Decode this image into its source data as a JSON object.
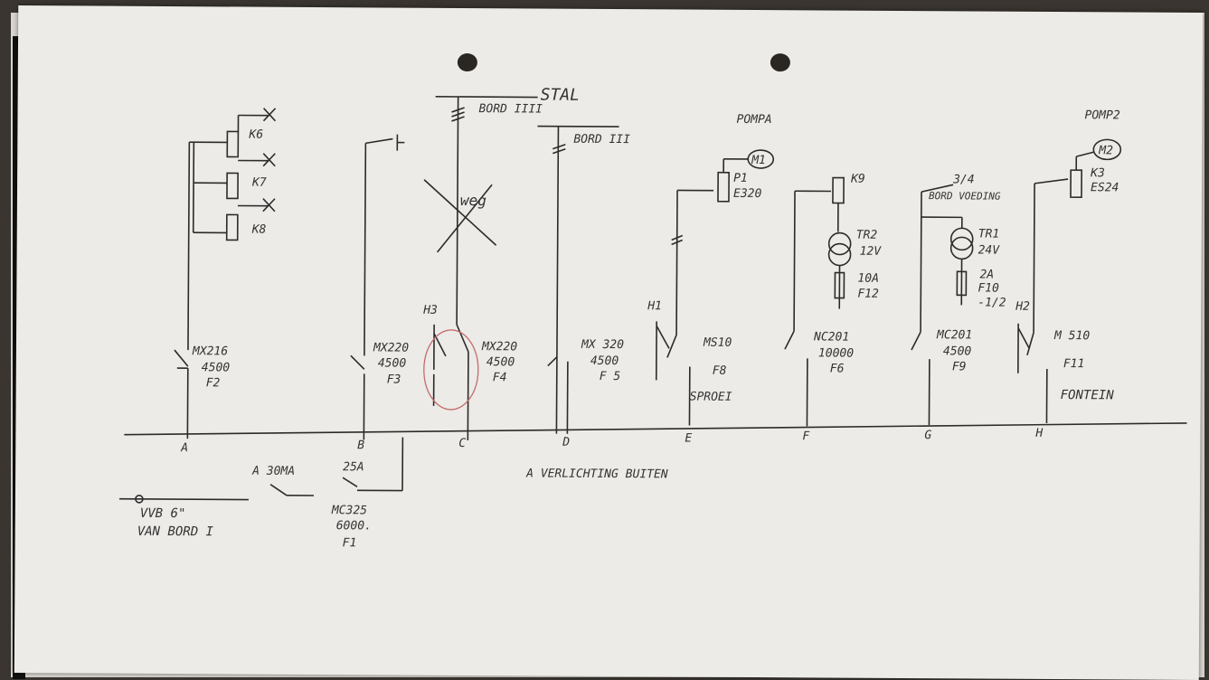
{
  "diagram": {
    "supply": {
      "label": "STAL",
      "bord3": "BORD ΙΙΙΙ",
      "bord2": "BORD ΙΙΙ"
    },
    "circuits": [
      {
        "id": "A",
        "breaker": [
          "MX216",
          "4500",
          "F2"
        ],
        "relays": [
          "K6",
          "K7",
          "K8"
        ]
      },
      {
        "id": "B",
        "breaker": [
          "MX220",
          "4500",
          "F3"
        ]
      },
      {
        "id": "C",
        "breaker": [
          "MX220",
          "4500",
          "F4"
        ],
        "switch": "H3",
        "note": "weg"
      },
      {
        "id": "D",
        "breaker": [
          "MX 320",
          "4500",
          "F 5"
        ]
      },
      {
        "id": "E",
        "breaker": [
          "MS10",
          "F8"
        ],
        "switch": "H1",
        "load": "SPROEI",
        "motor": "M1",
        "relay": [
          "P1",
          "E320"
        ],
        "title": "POMPA"
      },
      {
        "id": "F",
        "breaker": [
          "NC201",
          "10000",
          "F6"
        ],
        "relay": "K9",
        "transformer": [
          "TR2",
          "12V"
        ],
        "fuse": [
          "10A",
          "F12"
        ]
      },
      {
        "id": "G",
        "breaker": [
          "MC201",
          "4500",
          "F9"
        ],
        "feed": [
          "3/4",
          "BORD VOEDING"
        ],
        "transformer": [
          "TR1",
          "24V"
        ],
        "fuse": [
          "2A",
          "F10",
          "-1/2"
        ]
      },
      {
        "id": "H",
        "breaker": [
          "M 510",
          "F11"
        ],
        "switch": "H2",
        "motor": "M2",
        "relay": [
          "K3",
          "ES24"
        ],
        "title": "POMP2",
        "load": "FONTEIN"
      }
    ],
    "main": {
      "rcd": [
        "A 30MA",
        "25A"
      ],
      "breaker": [
        "MC325",
        "6000.",
        "F1"
      ],
      "source": [
        "VVB 6\"",
        "VAN BORD I"
      ],
      "note": "A VERLICHTING BUITEN"
    }
  }
}
